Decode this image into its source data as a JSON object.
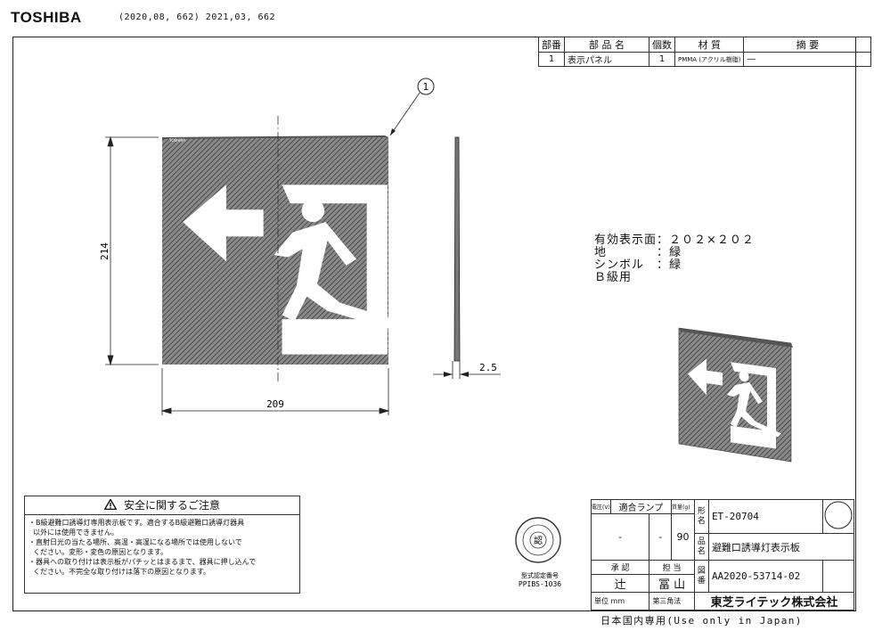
{
  "header": {
    "brand": "TOSHIBA",
    "revisions": "(2020,08, 662)  2021,03, 662"
  },
  "parts_table": {
    "headers": [
      "部番",
      "部 品 名",
      "個数",
      "材 質",
      "摘  要"
    ],
    "rows": [
      [
        "1",
        "表示パネル",
        "1",
        "PMMA (アクリル樹脂)",
        "—"
      ]
    ]
  },
  "drawing": {
    "balloon": "1",
    "panel_mark": "TOSHIBA",
    "dims": {
      "height": "214",
      "width": "209",
      "thickness": "2.5"
    }
  },
  "notes": {
    "line1": "有効表示面：２０２×２０２",
    "line2": "地　　　　：緑",
    "line3": "シンボル　：緑",
    "line4": "Ｂ級用"
  },
  "safety": {
    "title": "安全に関するご注意",
    "items": [
      "・B級避難口誘導灯専用表示板です。適合するB級避難口誘導灯器具",
      "  以外には使用できません。",
      "・直射日光の当たる場所、高温・高湿になる場所では使用しないで",
      "  ください。変形・変色の原因となります。",
      "・器具への取り付けは表示板がパチッとはまるまで、器具に押し込んで",
      "  ください。不完全な取り付けは落下の原因となります。"
    ]
  },
  "approval": {
    "seal_text": "認",
    "cert_label": "型式認定番号",
    "cert_no": "PPIBS-1036"
  },
  "title_block": {
    "voltage_label": "電圧(V)",
    "lamp_label": "適合ランプ",
    "weight_label": "質量(g)",
    "voltage": "-",
    "lamp": "-",
    "weight": "90",
    "type_label": "形名",
    "type_no": "ET-20704",
    "product_label": "品名",
    "product_name": "避難口誘導灯表示板",
    "drawing_label": "図番",
    "drawing_no": "AA2020-53714-02",
    "approve": "承 認",
    "charge": "担 当",
    "approver": "辻",
    "staff": "冨 山",
    "unit": "単位 mm",
    "projection": "第三角法",
    "company": "東芝ライテック株式会社"
  },
  "footer": "日本国内専用(Use only in Japan)"
}
